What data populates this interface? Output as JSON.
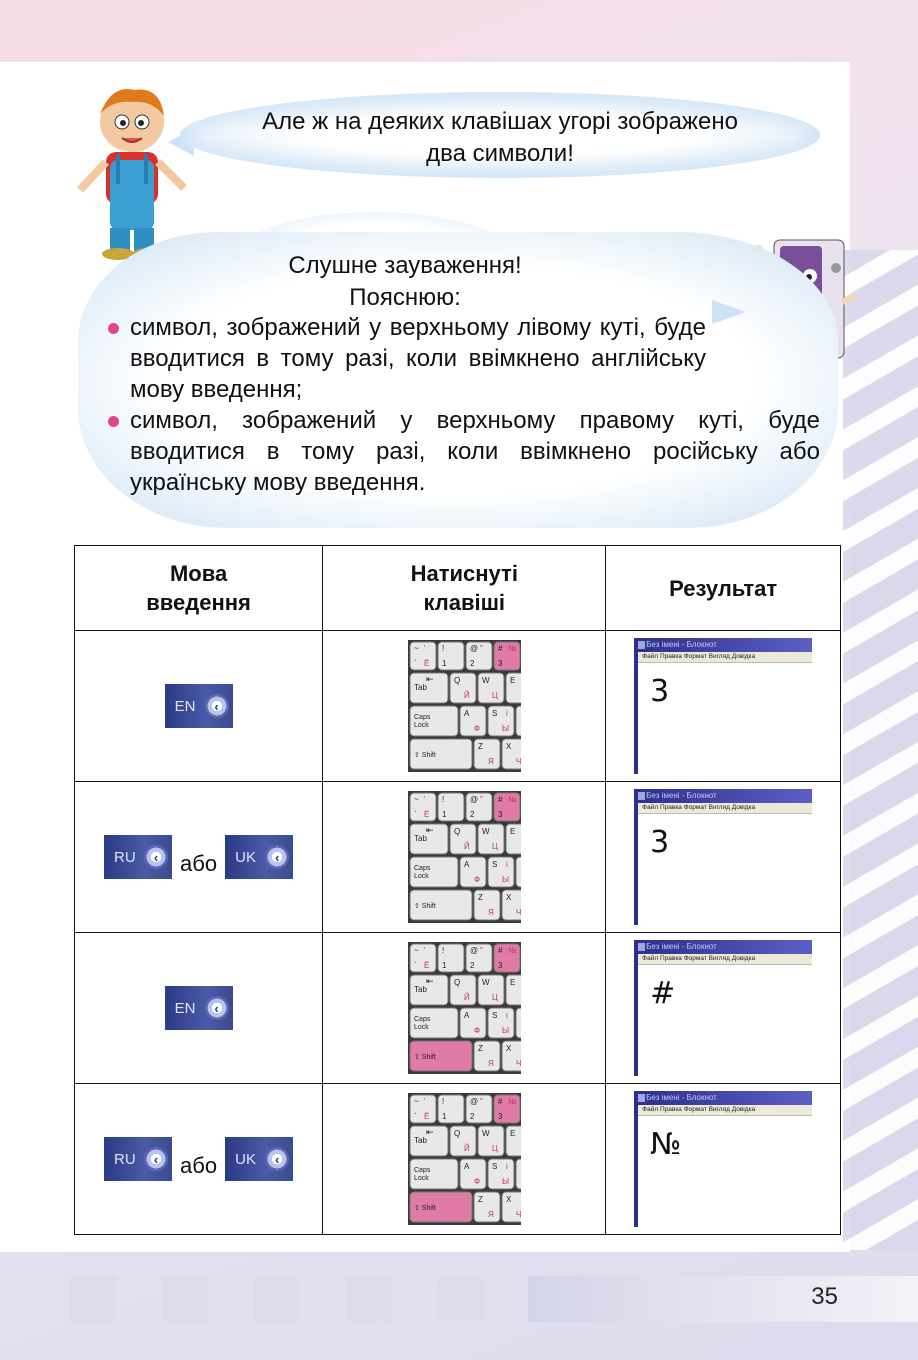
{
  "bubble1": {
    "text_line1": "Але ж на деяких клавішах угорі зображено",
    "text_line2": "два символи!"
  },
  "bubble2": {
    "title_line1": "Слушне зауваження!",
    "title_line2": "Пояснюю:",
    "items": [
      "символ, зображений у верхньому лівому куті, буде вводитися в тому разі, коли ввімкнено англійську мову введення;",
      "символ, зображений у верхньому правому куті, буде вводитися в тому разі, коли ввімкнено російську або українську мову введення."
    ]
  },
  "table": {
    "headers": [
      "Мова введення",
      "Натиснуті клавіші",
      "Результат"
    ],
    "or_label": "або",
    "rows": [
      {
        "langs": [
          "EN"
        ],
        "shift": false,
        "result": "3"
      },
      {
        "langs": [
          "RU",
          "UK"
        ],
        "shift": false,
        "result": "3"
      },
      {
        "langs": [
          "EN"
        ],
        "shift": true,
        "result": "#"
      },
      {
        "langs": [
          "RU",
          "UK"
        ],
        "shift": true,
        "result": "№"
      }
    ]
  },
  "notepad": {
    "title": "Без імені - Блокнот",
    "menu": [
      "Файл",
      "Правка",
      "Формат",
      "Вигляд",
      "Довідка"
    ]
  },
  "keyboard": {
    "row1": [
      [
        "~",
        "'",
        "`",
        "Ё"
      ],
      [
        "!",
        "",
        "1",
        ""
      ],
      [
        "@",
        "\"",
        "2",
        ""
      ],
      [
        "#",
        "№",
        "3",
        ""
      ]
    ],
    "row2_label": "Tab",
    "row2": [
      [
        "Q",
        "Й"
      ],
      [
        "W",
        "Ц"
      ],
      [
        "E",
        ""
      ]
    ],
    "row3_label1": "Caps",
    "row3_label2": "Lock",
    "row3": [
      [
        "A",
        "Ф"
      ],
      [
        "S",
        "Ы"
      ]
    ],
    "row3_extra": "і",
    "row4_label": "Shift",
    "row4": [
      [
        "Z",
        "Я"
      ],
      [
        "X",
        "Ч"
      ]
    ]
  },
  "page_number": "35",
  "colors": {
    "accent_pink": "#e0468a",
    "cloud": "#cde2f4",
    "notepad_title": "#2d2f8d"
  }
}
